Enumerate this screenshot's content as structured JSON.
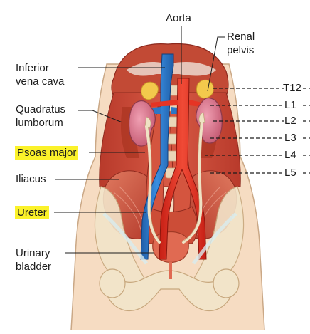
{
  "labels": {
    "aorta": "Aorta",
    "renal_pelvis": [
      "Renal",
      "pelvis"
    ],
    "inferior_vena_cava": [
      "Inferior",
      "vena cava"
    ],
    "quadratus_lumborum": [
      "Quadratus",
      "lumborum"
    ],
    "psoas_major": "Psoas major",
    "iliacus": "Iliacus",
    "ureter": "Ureter",
    "urinary_bladder": [
      "Urinary",
      "bladder"
    ]
  },
  "vertebral_levels": [
    "T12",
    "L1",
    "L2",
    "L3",
    "L4",
    "L5"
  ],
  "highlighted_labels": [
    "psoas_major",
    "ureter"
  ],
  "colors": {
    "highlight": "#fbf22a",
    "skin": "#f6dcc2",
    "muscle": "#c94a37",
    "aorta": "#e53424",
    "vena_cava": "#2c76c6",
    "kidney": "#d36a82",
    "adrenal": "#f3c94c",
    "ureter": "#efe2c4",
    "bone": "#f2e4c9",
    "bladder": "#e06a52"
  }
}
